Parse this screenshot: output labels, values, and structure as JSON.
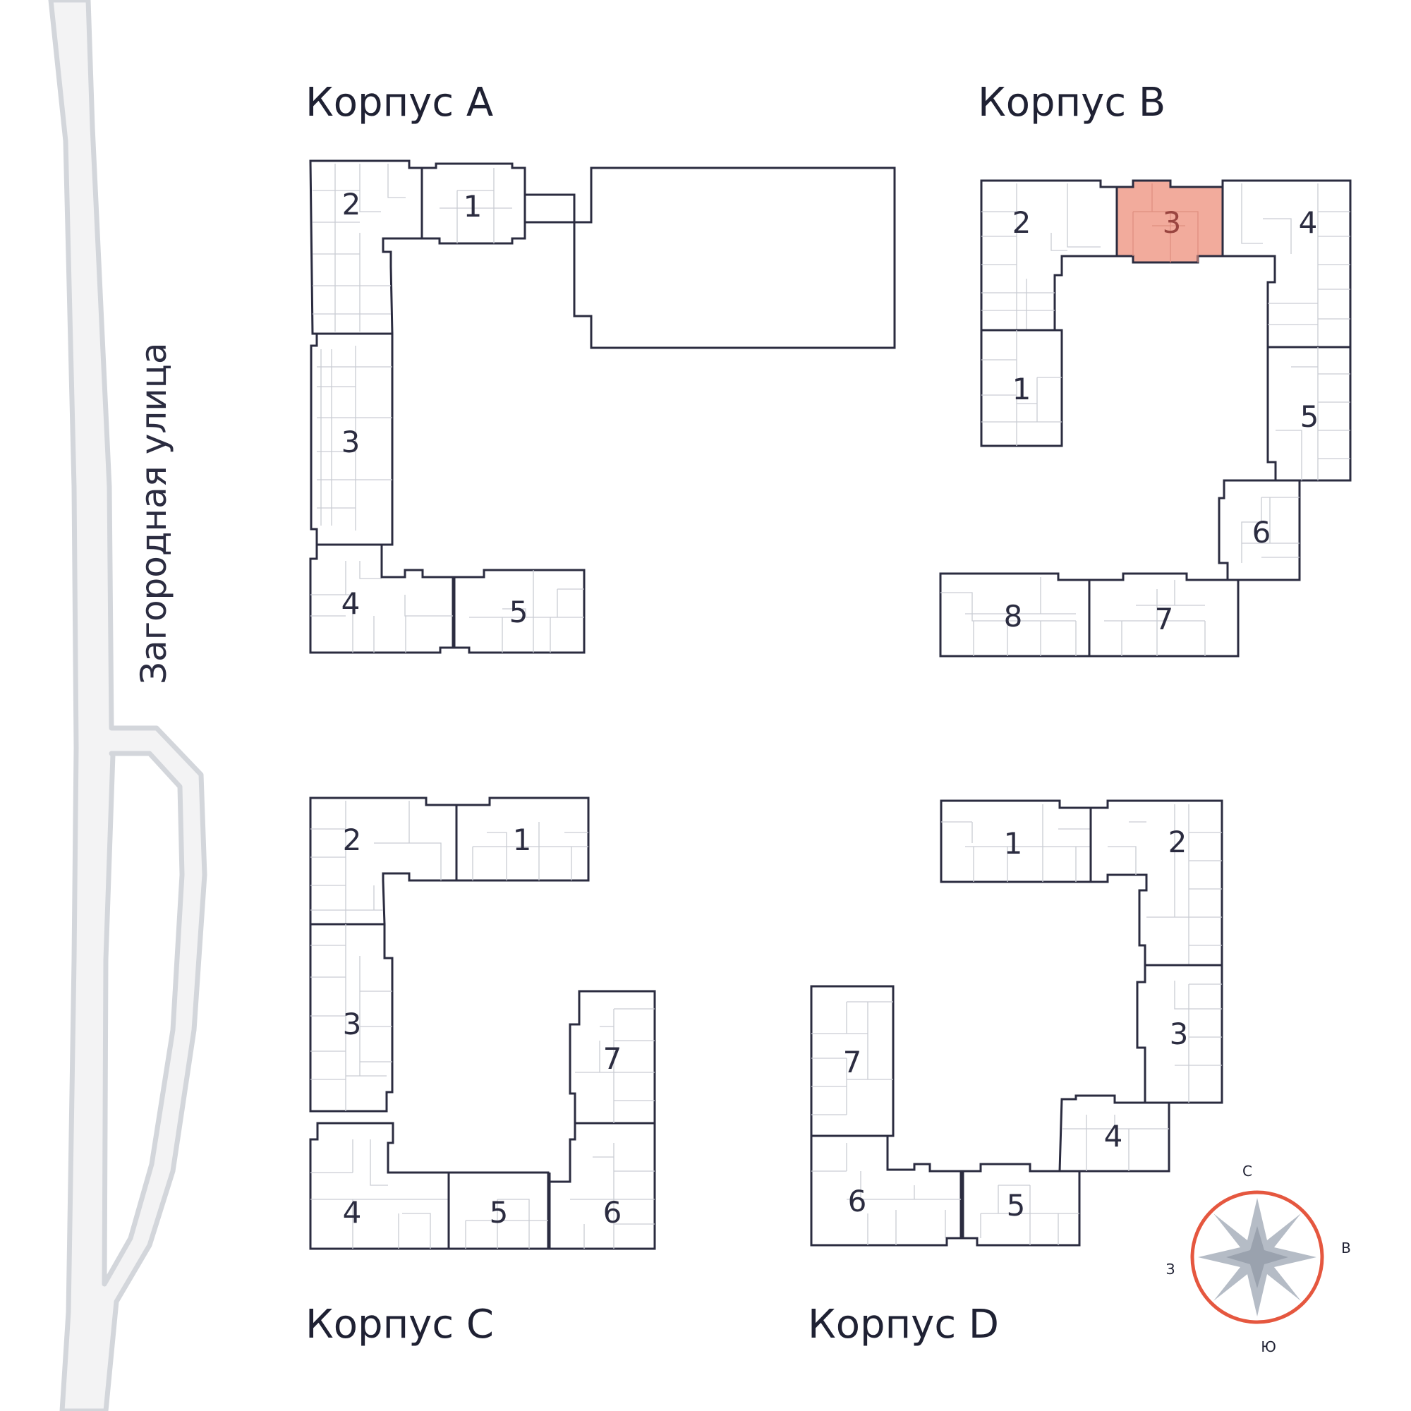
{
  "street_name": "Загородная улица",
  "accent_color": "#e5573f",
  "selected_color": "#f2ab9c",
  "buildings": {
    "A": {
      "label": "Корпус А",
      "sections": [
        {
          "num": "1",
          "selected": false
        },
        {
          "num": "2",
          "selected": false
        },
        {
          "num": "3",
          "selected": false
        },
        {
          "num": "4",
          "selected": false
        },
        {
          "num": "5",
          "selected": false
        }
      ]
    },
    "B": {
      "label": "Корпус B",
      "sections": [
        {
          "num": "1",
          "selected": false
        },
        {
          "num": "2",
          "selected": false
        },
        {
          "num": "3",
          "selected": true
        },
        {
          "num": "4",
          "selected": false
        },
        {
          "num": "5",
          "selected": false
        },
        {
          "num": "6",
          "selected": false
        },
        {
          "num": "7",
          "selected": false
        },
        {
          "num": "8",
          "selected": false
        }
      ]
    },
    "C": {
      "label": "Корпус C",
      "sections": [
        {
          "num": "1",
          "selected": false
        },
        {
          "num": "2",
          "selected": false
        },
        {
          "num": "3",
          "selected": false
        },
        {
          "num": "4",
          "selected": false
        },
        {
          "num": "5",
          "selected": false
        },
        {
          "num": "6",
          "selected": false
        },
        {
          "num": "7",
          "selected": false
        }
      ]
    },
    "D": {
      "label": "Корпус D",
      "sections": [
        {
          "num": "1",
          "selected": false
        },
        {
          "num": "2",
          "selected": false
        },
        {
          "num": "3",
          "selected": false
        },
        {
          "num": "4",
          "selected": false
        },
        {
          "num": "5",
          "selected": false
        },
        {
          "num": "6",
          "selected": false
        },
        {
          "num": "7",
          "selected": false
        }
      ]
    }
  },
  "compass": {
    "north": "С",
    "east": "В",
    "south": "Ю",
    "west": "З"
  }
}
